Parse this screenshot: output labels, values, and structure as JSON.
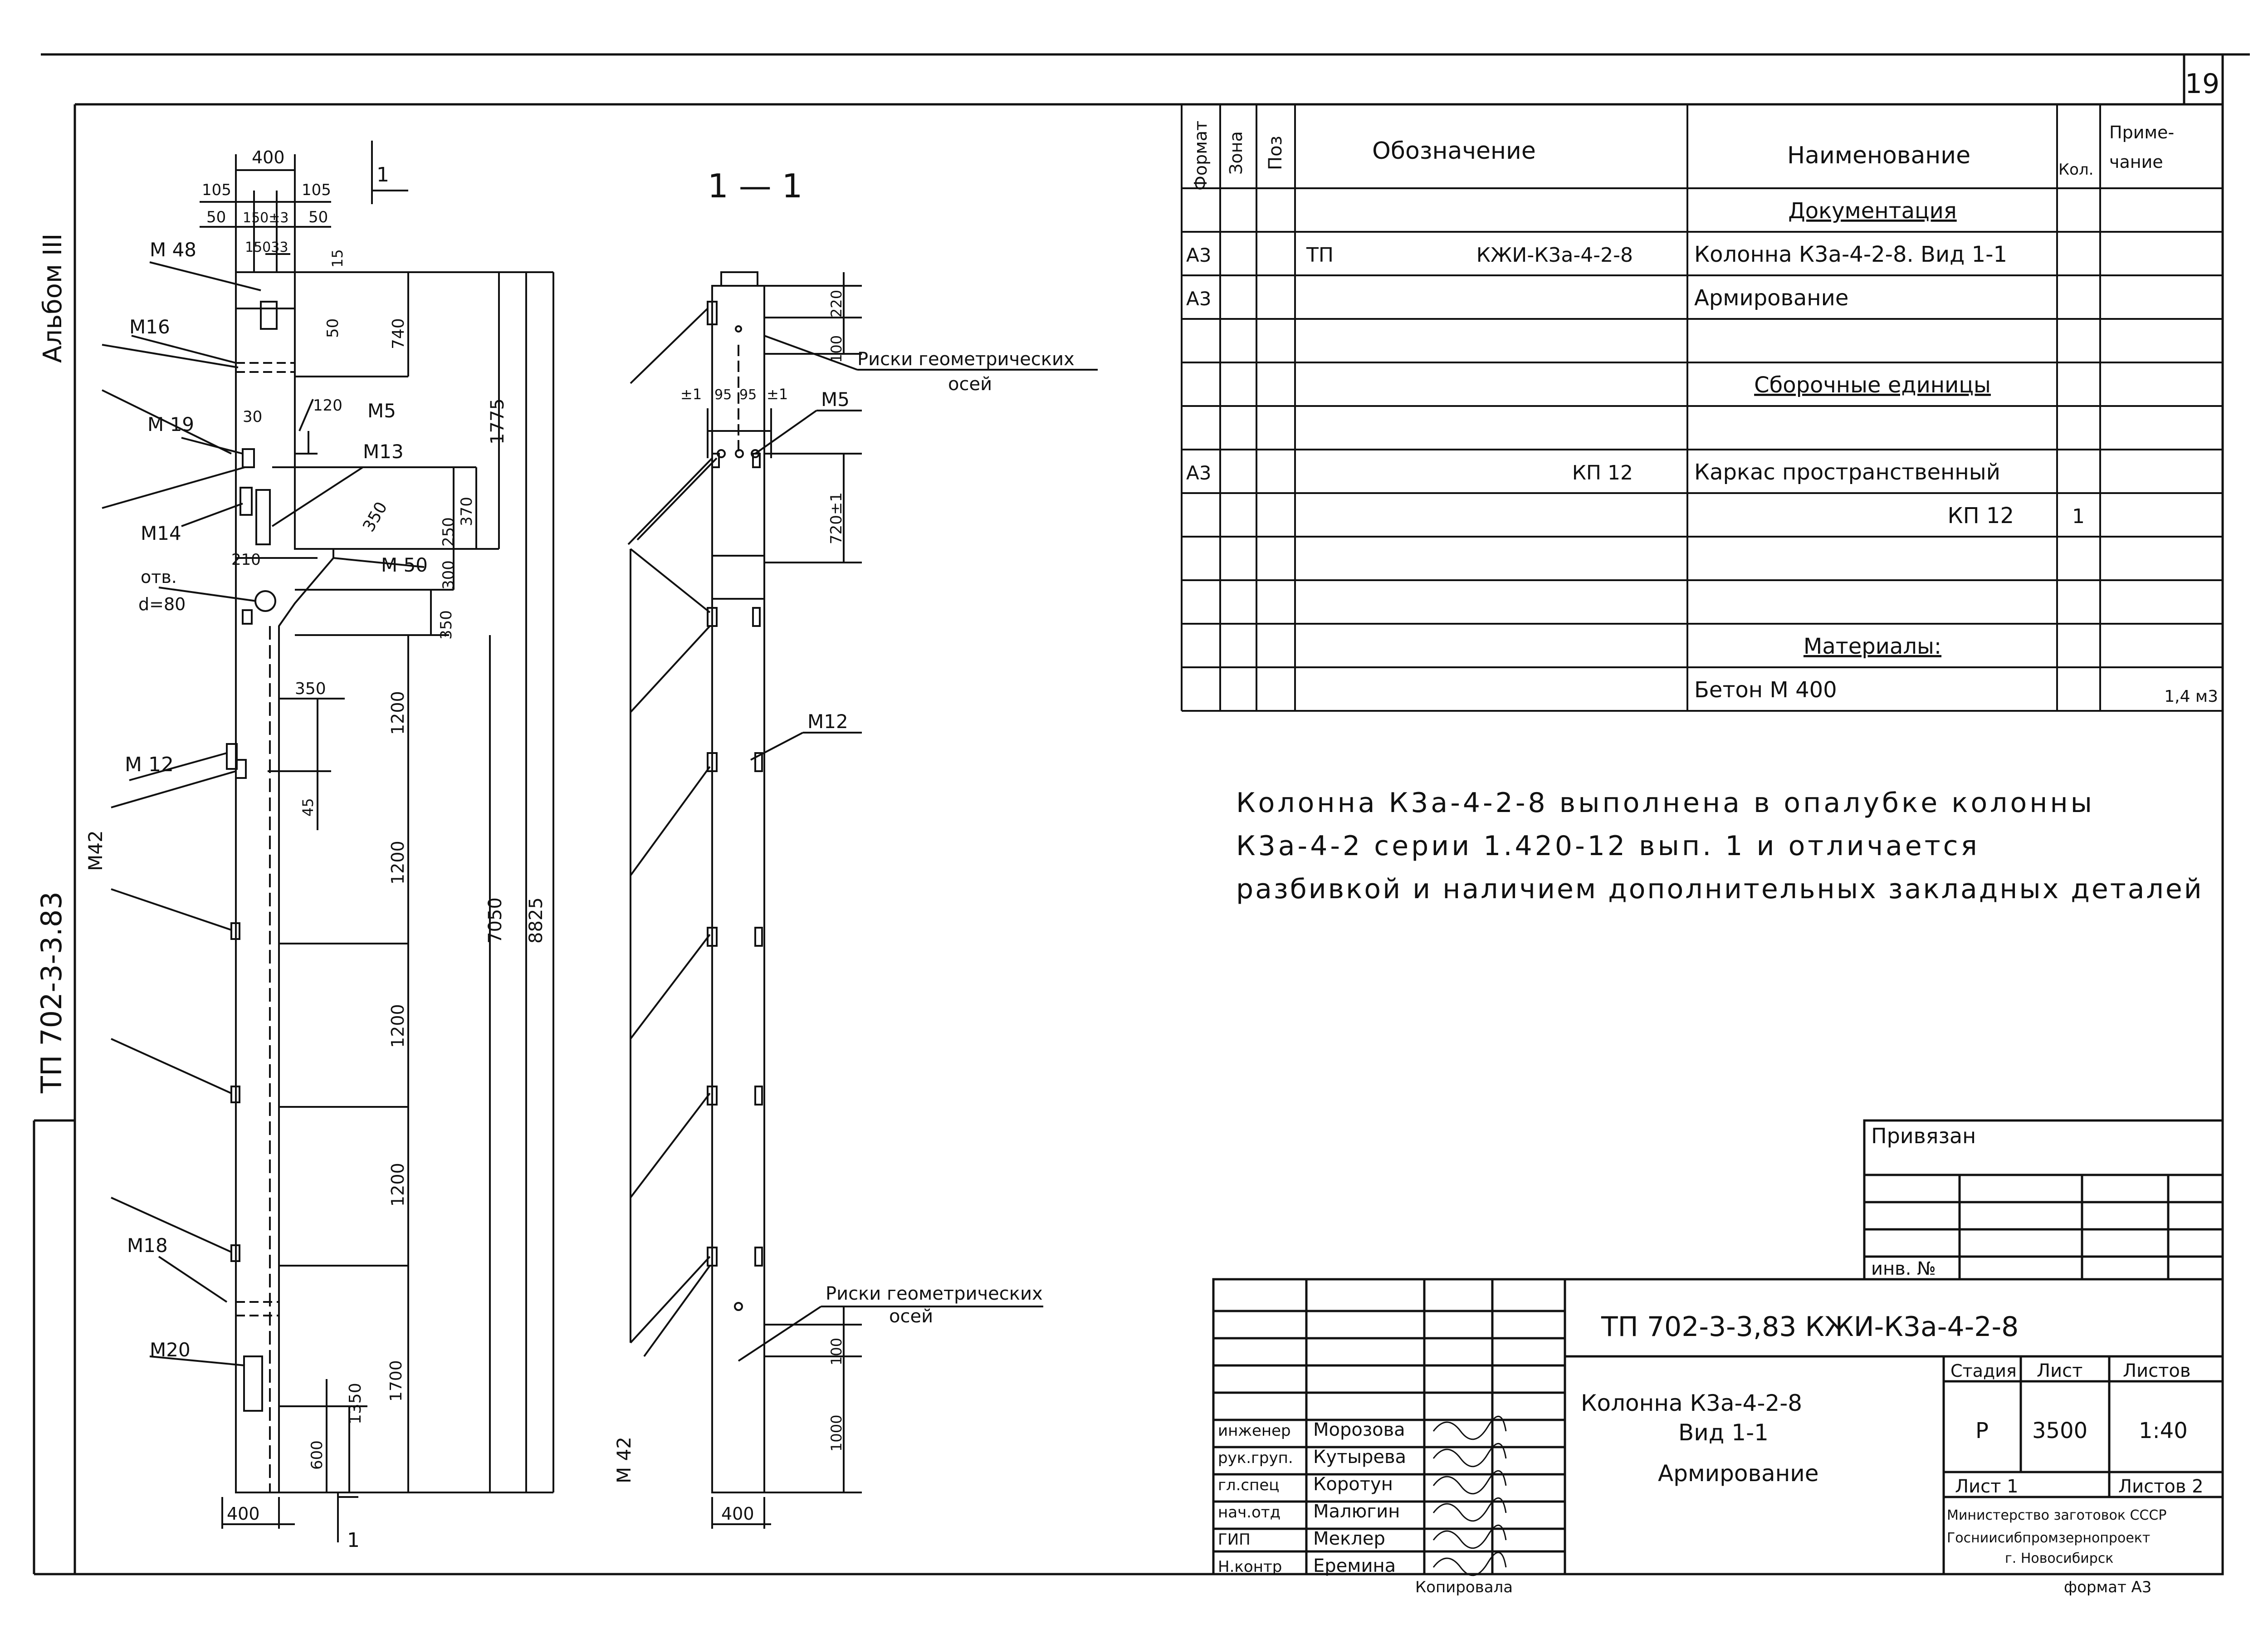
{
  "sheet": {
    "number": "19",
    "album": "Альбом III",
    "series_vertical": "ТП 702-3-3.83"
  },
  "front_view": {
    "dims_top": [
      "400",
      "105",
      "105",
      "50",
      "150±3",
      "50",
      "15033",
      "15"
    ],
    "dims_right": [
      "740",
      "50",
      "1775",
      "120",
      "370",
      "250",
      "350",
      "300",
      "350",
      "1200",
      "45",
      "1200",
      "1200",
      "1200",
      "7050",
      "8825",
      "1350",
      "1700",
      "600"
    ],
    "dims_bottom": [
      "400"
    ],
    "section_mark": "1",
    "labels": {
      "m48": "М 48",
      "m16": "М16",
      "m19": "М 19",
      "m14": "М14",
      "m5": "М5",
      "m13": "М13",
      "m50": "М 50",
      "hole": "отв.",
      "hole_d": "d=80",
      "d210": "210",
      "d30": "30",
      "d350a": "350",
      "m12": "М 12",
      "m42": "М42",
      "m18": "М18",
      "m20": "М20"
    }
  },
  "section_view": {
    "title": "1 — 1",
    "labels": {
      "risk_top": "Риски геометрических",
      "risk_top2": "осей",
      "m5": "М5",
      "m12": "М12",
      "m42": "М 42",
      "risk_bot": "Риски геометрических",
      "risk_bot2": "осей",
      "tol_left": "±1",
      "d95a": "95",
      "d95b": "95",
      "tol_right": "±1",
      "d220": "220",
      "d100a": "100",
      "d720": "720±1",
      "d100b": "100",
      "d1000": "1000",
      "d400": "400"
    }
  },
  "spec_table": {
    "headers": {
      "format": "Формат",
      "zone": "Зона",
      "pos": "Поз",
      "designation": "Обозначение",
      "name": "Наименование",
      "qty": "Кол.",
      "note": "Приме-чание"
    },
    "rows": [
      {
        "format": "",
        "designation_a": "",
        "designation_b": "",
        "name": "Документация",
        "underline": true,
        "qty": "",
        "note": ""
      },
      {
        "format": "А3",
        "designation_a": "ТП",
        "designation_b": "КЖИ-К3а-4-2-8",
        "name": "Колонна К3а-4-2-8. Вид 1-1",
        "underline": false,
        "qty": "",
        "note": ""
      },
      {
        "format": "А3",
        "designation_a": "",
        "designation_b": "",
        "name": "Армирование",
        "underline": false,
        "qty": "",
        "note": ""
      },
      {
        "format": "",
        "designation_a": "",
        "designation_b": "",
        "name": "",
        "underline": false,
        "qty": "",
        "note": ""
      },
      {
        "format": "",
        "designation_a": "",
        "designation_b": "",
        "name": "Сборочные единицы",
        "underline": true,
        "qty": "",
        "note": ""
      },
      {
        "format": "",
        "designation_a": "",
        "designation_b": "",
        "name": "",
        "underline": false,
        "qty": "",
        "note": ""
      },
      {
        "format": "А3",
        "designation_a": "",
        "designation_b": "КП 12",
        "name": "Каркас пространственный",
        "underline": false,
        "qty": "",
        "note": ""
      },
      {
        "format": "",
        "designation_a": "",
        "designation_b": "",
        "name": "КП 12",
        "underline": false,
        "qty": "1",
        "note": ""
      },
      {
        "format": "",
        "designation_a": "",
        "designation_b": "",
        "name": "",
        "underline": false,
        "qty": "",
        "note": ""
      },
      {
        "format": "",
        "designation_a": "",
        "designation_b": "",
        "name": "",
        "underline": false,
        "qty": "",
        "note": ""
      },
      {
        "format": "",
        "designation_a": "",
        "designation_b": "",
        "name": "Материалы:",
        "underline": true,
        "qty": "",
        "note": ""
      },
      {
        "format": "",
        "designation_a": "",
        "designation_b": "",
        "name": "Бетон        М 400",
        "underline": false,
        "qty": "",
        "note": "1,4 м3"
      }
    ]
  },
  "note_lines": [
    "Колонна К3а-4-2-8 выполнена в опалубке колонны",
    "К3а-4-2 серии 1.420-12 вып. 1 и отличается",
    "разбивкой и наличием дополнительных закладных деталей"
  ],
  "title_block": {
    "privyazan": "Привязан",
    "inv": "инв. №",
    "code": "ТП 702-3-3,83   КЖИ-К3а-4-2-8",
    "title_lines": [
      "Колонна К3а-4-2-8",
      "Вид 1-1",
      "Армирование"
    ],
    "stage_header": "Стадия",
    "sheet_header": "Лист",
    "sheets_header": "Листов",
    "stage": "Р",
    "sheet": "3500",
    "sheets": "1:40",
    "sheet1": "Лист 1",
    "sheets2": "Листов 2",
    "org": [
      "Министерство заготовок СССР",
      "Госниисибпромзернопроект",
      "г. Новосибирск"
    ],
    "roles": [
      "инженер",
      "рук.груп.",
      "гл.спец",
      "нач.отд",
      "ГИП",
      "Н.контр"
    ],
    "names": [
      "Морозова",
      "Кутырева",
      "Коротун",
      "Малюгин",
      "Меклер",
      "Еремина"
    ],
    "copied": "Копировала",
    "format": "формат А3"
  }
}
